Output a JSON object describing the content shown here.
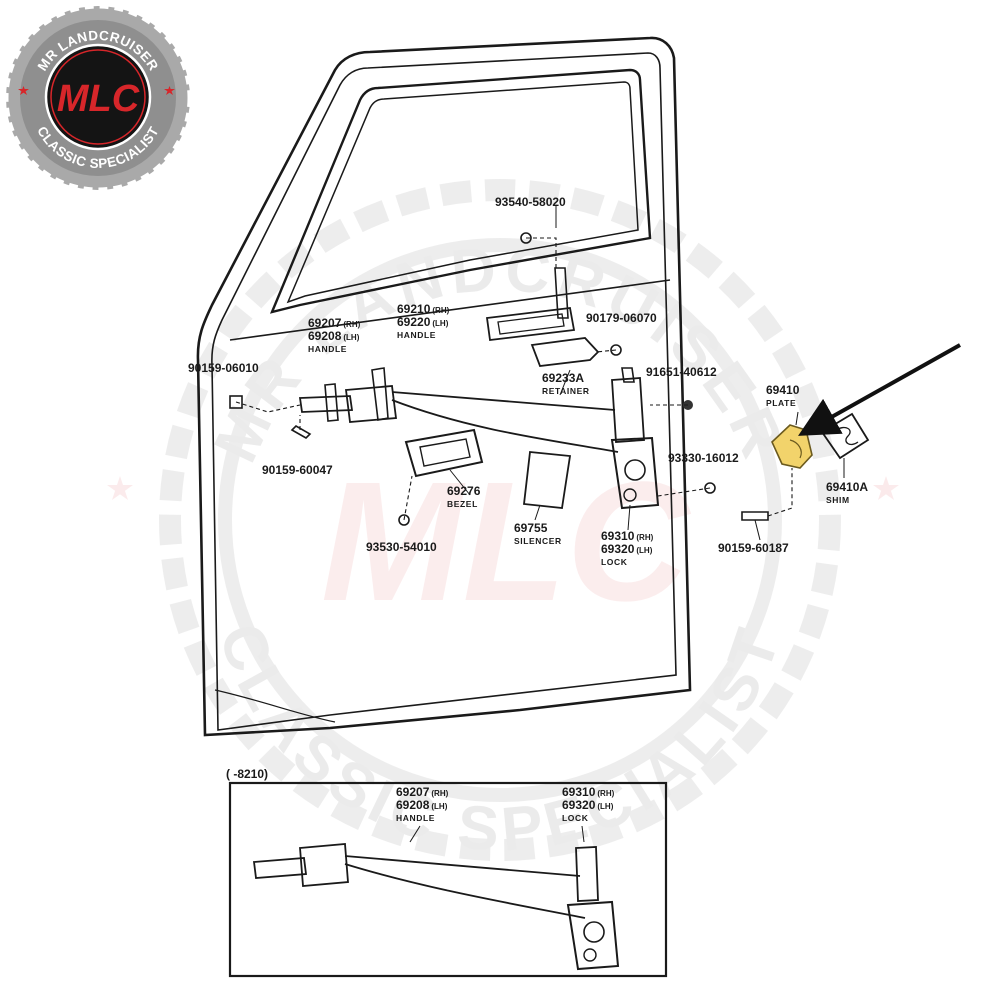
{
  "brand": {
    "top_arc_text": "MR LANDCRUISER",
    "bottom_arc_text": "CLASSIC SPECIALIST",
    "monogram": "MLC",
    "color_red": "#d7262a",
    "color_gray": "#9a9a9a"
  },
  "watermark": {
    "top_text": "MR LANDCRUISER",
    "bottom_text": "CLASSIC SPECIALIST",
    "monogram": "MLC"
  },
  "callouts": {
    "c93540": {
      "num": "93540-58020"
    },
    "c90179": {
      "num": "90179-06070"
    },
    "c69210": {
      "num1": "69210",
      "sub1": "(RH)",
      "num2": "69220",
      "sub2": "(LH)",
      "desc": "HANDLE"
    },
    "c69207": {
      "num1": "69207",
      "sub1": "(RH)",
      "num2": "69208",
      "sub2": "(LH)",
      "desc": "HANDLE"
    },
    "c90159_06010": {
      "num": "90159-06010"
    },
    "c69233": {
      "num": "69233A",
      "desc": "RETAINER"
    },
    "c91651": {
      "num": "91651-40612"
    },
    "c69410": {
      "num": "69410",
      "desc": "PLATE"
    },
    "c93330": {
      "num": "93330-16012"
    },
    "c69410a": {
      "num": "69410A",
      "desc": "SHIM"
    },
    "c90159_60047": {
      "num": "90159-60047"
    },
    "c69276": {
      "num": "69276",
      "desc": "BEZEL"
    },
    "c69755": {
      "num": "69755",
      "desc": "SILENCER"
    },
    "c69310": {
      "num1": "69310",
      "sub1": "(RH)",
      "num2": "69320",
      "sub2": "(LH)",
      "desc": "LOCK"
    },
    "c90159_60187": {
      "num": "90159-60187"
    },
    "c93530": {
      "num": "93530-54010"
    }
  },
  "inset": {
    "range": "(      -8210)",
    "handle": {
      "num1": "69207",
      "sub1": "(RH)",
      "num2": "69208",
      "sub2": "(LH)",
      "desc": "HANDLE"
    },
    "lock": {
      "num1": "69310",
      "sub1": "(RH)",
      "num2": "69320",
      "sub2": "(LH)",
      "desc": "LOCK"
    }
  },
  "highlight_color": "#f2d36b"
}
